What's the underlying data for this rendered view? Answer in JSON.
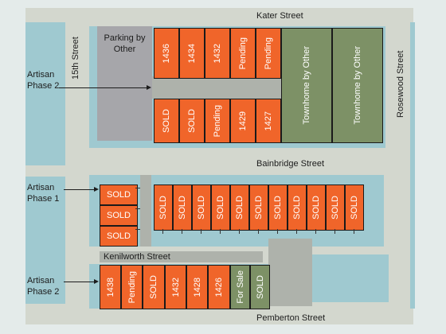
{
  "streets": {
    "kater": "Kater Street",
    "bainbridge": "Bainbridge Street",
    "kenilworth": "Kenilworth Street",
    "pemberton": "Pemberton Street",
    "fifteenth": "15th Street",
    "rosewood": "Rosewood Street"
  },
  "parking_label": "Parking by Other",
  "phase_labels": {
    "top": "Artisan Phase 2",
    "middle": "Artisan Phase 1",
    "bottom": "Artisan Phase 2"
  },
  "top_block": {
    "upper_row": [
      "1436",
      "1434",
      "1432",
      "Pending",
      "Pending"
    ],
    "lower_row": [
      "SOLD",
      "SOLD",
      "Pending",
      "1429",
      "1427"
    ],
    "townhomes": [
      "Townhome by Other",
      "Townhome by Other"
    ]
  },
  "middle_block": {
    "left_stack": [
      "SOLD",
      "SOLD",
      "SOLD"
    ],
    "row": [
      "SOLD",
      "SOLD",
      "SOLD",
      "SOLD",
      "SOLD",
      "SOLD",
      "SOLD",
      "SOLD",
      "SOLD",
      "SOLD",
      "SOLD"
    ]
  },
  "bottom_block": {
    "row": [
      "1438",
      "Pending",
      "SOLD",
      "1432",
      "1428",
      "1426"
    ],
    "green": [
      "For Sale",
      "SOLD"
    ]
  },
  "colors": {
    "available_lot": "#f0652a",
    "other_lot": "#7d9166",
    "parking": "#a6a6aa",
    "water": "#9fc9d0"
  }
}
